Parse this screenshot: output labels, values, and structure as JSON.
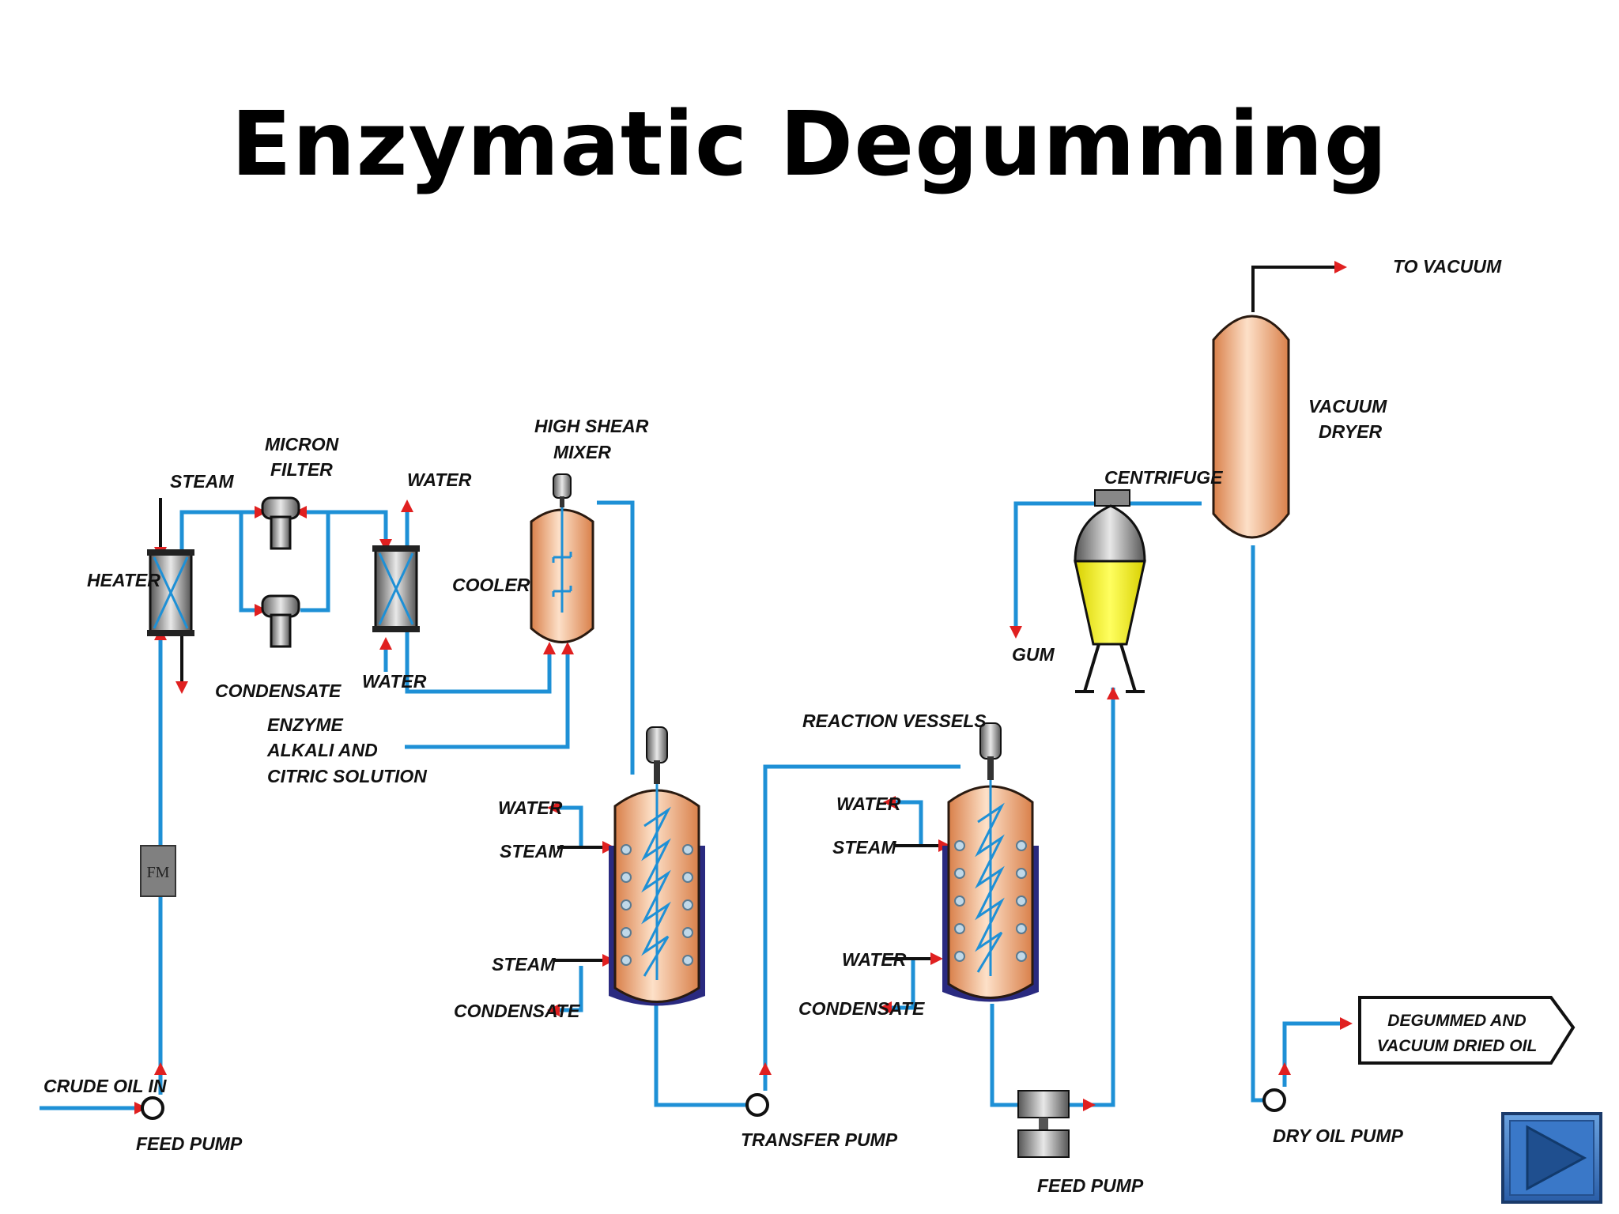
{
  "slide": {
    "title": "Enzymatic Degumming"
  },
  "labels": {
    "steam_heater": "STEAM",
    "micron_filter_1": "MICRON",
    "micron_filter_2": "FILTER",
    "water_top": "WATER",
    "high_shear_1": "HIGH SHEAR",
    "high_shear_2": "MIXER",
    "heater": "HEATER",
    "cooler": "COOLER",
    "condensate_heater": "CONDENSATE",
    "water_cooler": "WATER",
    "enzyme_1": "ENZYME",
    "enzyme_2": "ALKALI AND",
    "enzyme_3": "CITRIC SOLUTION",
    "fm": "FM",
    "crude_oil_in": "CRUDE OIL IN",
    "feed_pump_1": "FEED PUMP",
    "reaction_vessels": "REACTION VESSELS",
    "rv1_water": "WATER",
    "rv1_steam_top": "STEAM",
    "rv1_steam_bottom": "STEAM",
    "rv1_condensate": "CONDENSATE",
    "rv2_water_top": "WATER",
    "rv2_steam": "STEAM",
    "rv2_water_bottom": "WATER",
    "rv2_condensate": "CONDENSATE",
    "transfer_pump": "TRANSFER PUMP",
    "feed_pump_2": "FEED PUMP",
    "centrifuge": "CENTRIFUGE",
    "gum": "GUM",
    "to_vacuum": "TO VACUUM",
    "vacuum_dryer_1": "VACUUM",
    "vacuum_dryer_2": "DRYER",
    "dry_oil_pump": "DRY OIL PUMP",
    "output_1": "DEGUMMED AND",
    "output_2": "VACUUM DRIED OIL"
  },
  "colors": {
    "pipe": "#1e90d6",
    "arrow": "#e02020",
    "vessel": "#f2a878",
    "centrifuge_oil": "#f5f000",
    "nav_button": "#3a78c8"
  },
  "icons": {
    "nav": "play-arrow-icon"
  }
}
